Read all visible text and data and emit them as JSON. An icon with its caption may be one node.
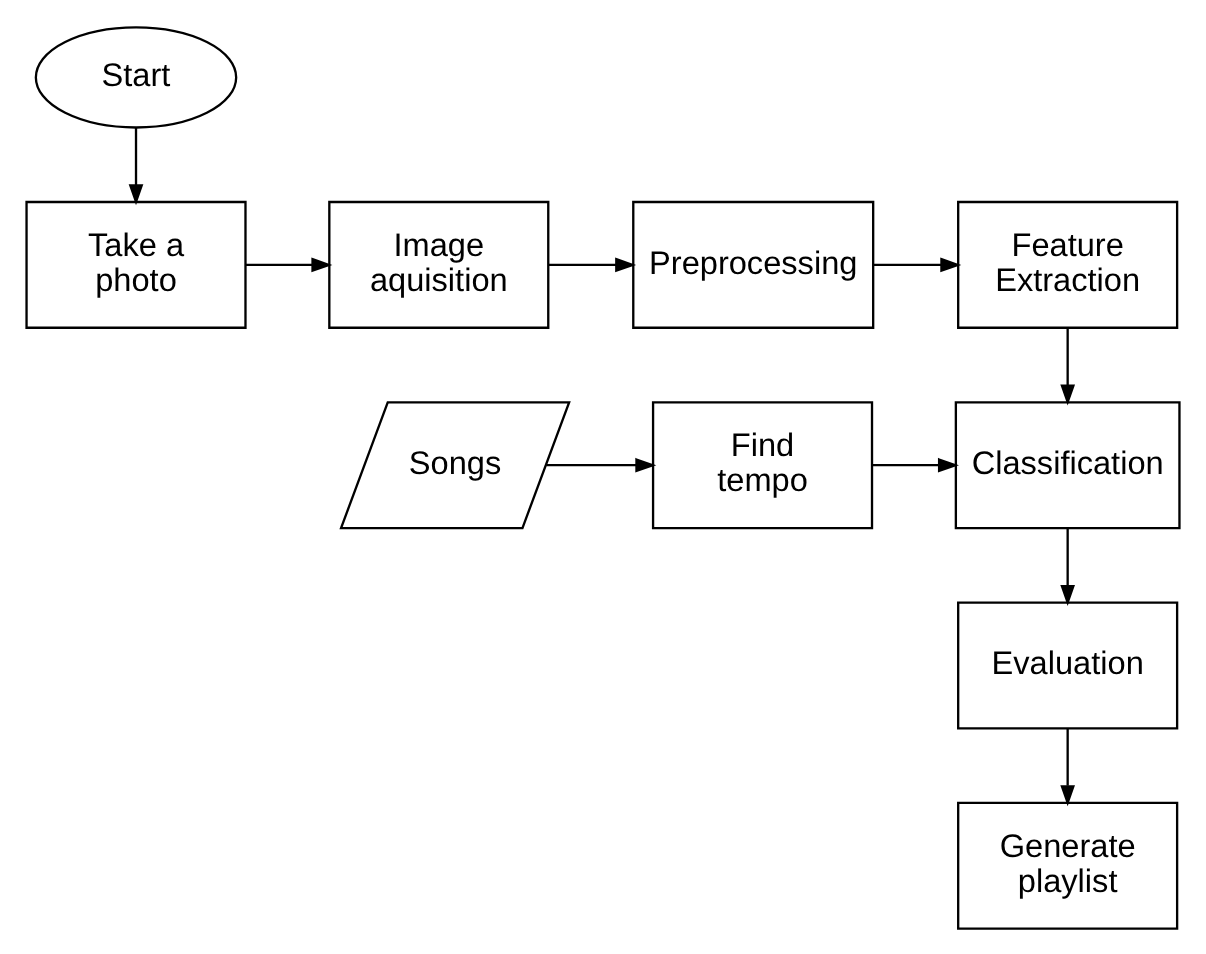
{
  "diagram": {
    "nodes": [
      {
        "text": [
          "Start"
        ]
      },
      {
        "text": [
          "Take a photo"
        ]
      },
      {
        "text": [
          "Image aquisition"
        ]
      },
      {
        "text": [
          "Preprocessing"
        ]
      },
      {
        "text": [
          "Feature Extraction"
        ]
      },
      {
        "text": [
          "Songs"
        ]
      },
      {
        "text": [
          "Find tempo"
        ]
      },
      {
        "text": [
          "Classification"
        ]
      },
      {
        "text": [
          "Evaluation"
        ]
      },
      {
        "text": [
          "Generate playlist"
        ]
      }
    ],
    "edges": [
      {
        "from": 0,
        "to": 1,
        "arrow": "to"
      },
      {
        "from": 1,
        "to": 2,
        "arrow": "to"
      },
      {
        "from": 2,
        "to": 3,
        "arrow": "to"
      },
      {
        "from": 3,
        "to": 4,
        "arrow": "to"
      },
      {
        "from": 4,
        "to": 7,
        "arrow": "to"
      },
      {
        "from": 5,
        "to": 6,
        "arrow": "to"
      },
      {
        "from": 6,
        "to": 7,
        "arrow": "to"
      },
      {
        "from": 7,
        "to": 8,
        "arrow": "to"
      },
      {
        "from": 8,
        "to": 9,
        "arrow": "to"
      }
    ]
  }
}
